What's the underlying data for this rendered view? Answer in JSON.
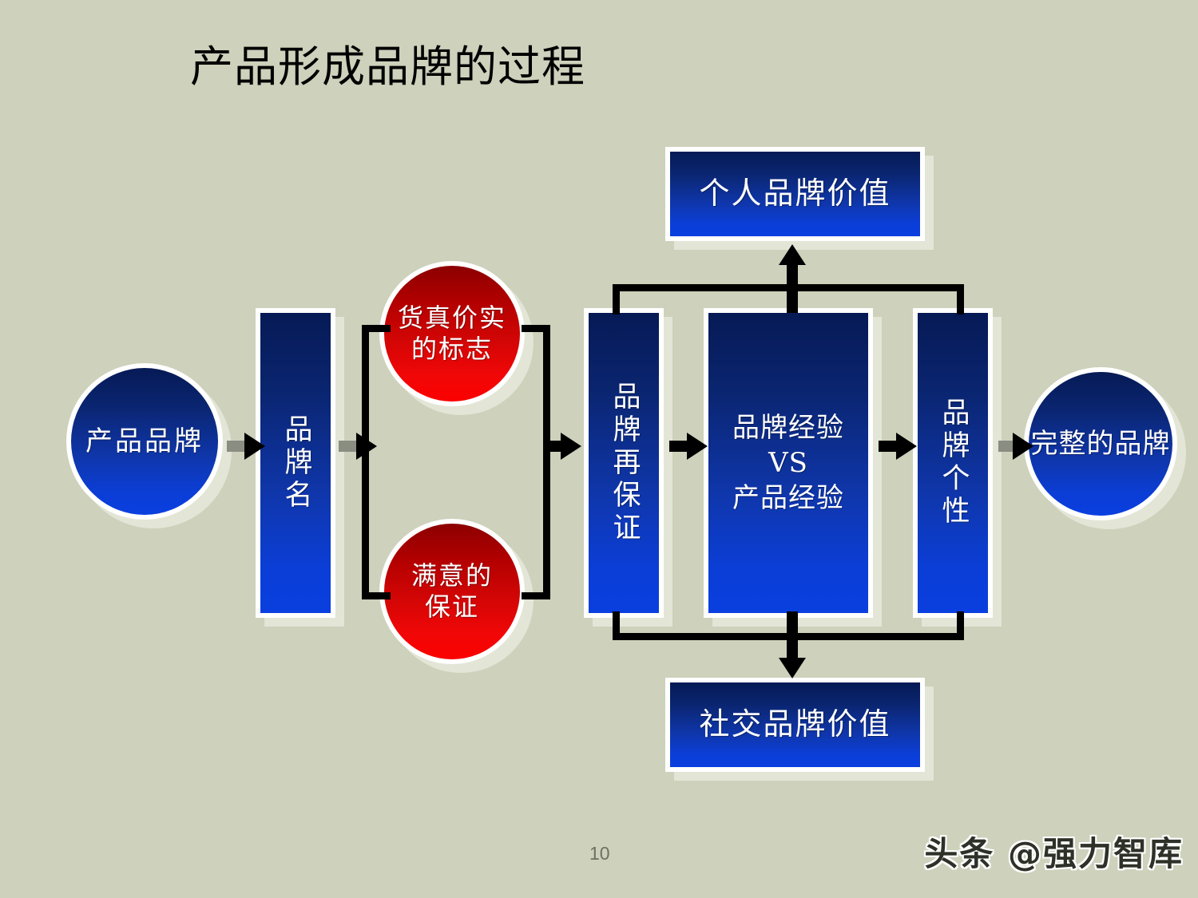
{
  "slide": {
    "title": "产品形成品牌的过程",
    "page_number": "10",
    "watermark": "头条 @强力智库",
    "background_color": "#ced1bb"
  },
  "palette": {
    "blue_dark": "#061a55",
    "blue_bright": "#0a3fe0",
    "red_dark": "#8c0000",
    "red_bright": "#fb0000",
    "node_border": "#ffffff",
    "shadow": "#e3e5d6",
    "connector": "#000000",
    "connector_gray": "#8a8d82",
    "text_on_node": "#ffffff",
    "title_text": "#000000",
    "page_number_text": "#6d7064"
  },
  "nodes": {
    "product_brand": {
      "label": "产品品牌",
      "shape": "circle",
      "color": "blue"
    },
    "brand_name": {
      "label": "品牌名",
      "shape": "vertical-bar",
      "color": "blue"
    },
    "genuine_mark": {
      "label": "货真价实\n的标志",
      "shape": "circle",
      "color": "red"
    },
    "satisfaction_guarantee": {
      "label": "满意的\n保证",
      "shape": "circle",
      "color": "red"
    },
    "brand_reassurance": {
      "label": "品牌再保证",
      "shape": "vertical-bar",
      "color": "blue"
    },
    "brand_vs_product": {
      "label": "品牌经验\nVS\n产品经验",
      "shape": "box",
      "color": "blue"
    },
    "brand_personality": {
      "label": "品牌个性",
      "shape": "vertical-bar",
      "color": "blue"
    },
    "complete_brand": {
      "label": "完整的品牌",
      "shape": "circle",
      "color": "blue"
    },
    "personal_brand_value": {
      "label": "个人品牌价值",
      "shape": "box",
      "color": "blue"
    },
    "social_brand_value": {
      "label": "社交品牌价值",
      "shape": "box",
      "color": "blue"
    }
  },
  "flow": {
    "sequence": [
      "产品品牌",
      "品牌名",
      "货真价实的标志 / 满意的保证",
      "品牌再保证",
      "品牌经验 VS 产品经验",
      "品牌个性",
      "完整的品牌"
    ],
    "outputs": [
      "个人品牌价值",
      "社交品牌价值"
    ]
  }
}
